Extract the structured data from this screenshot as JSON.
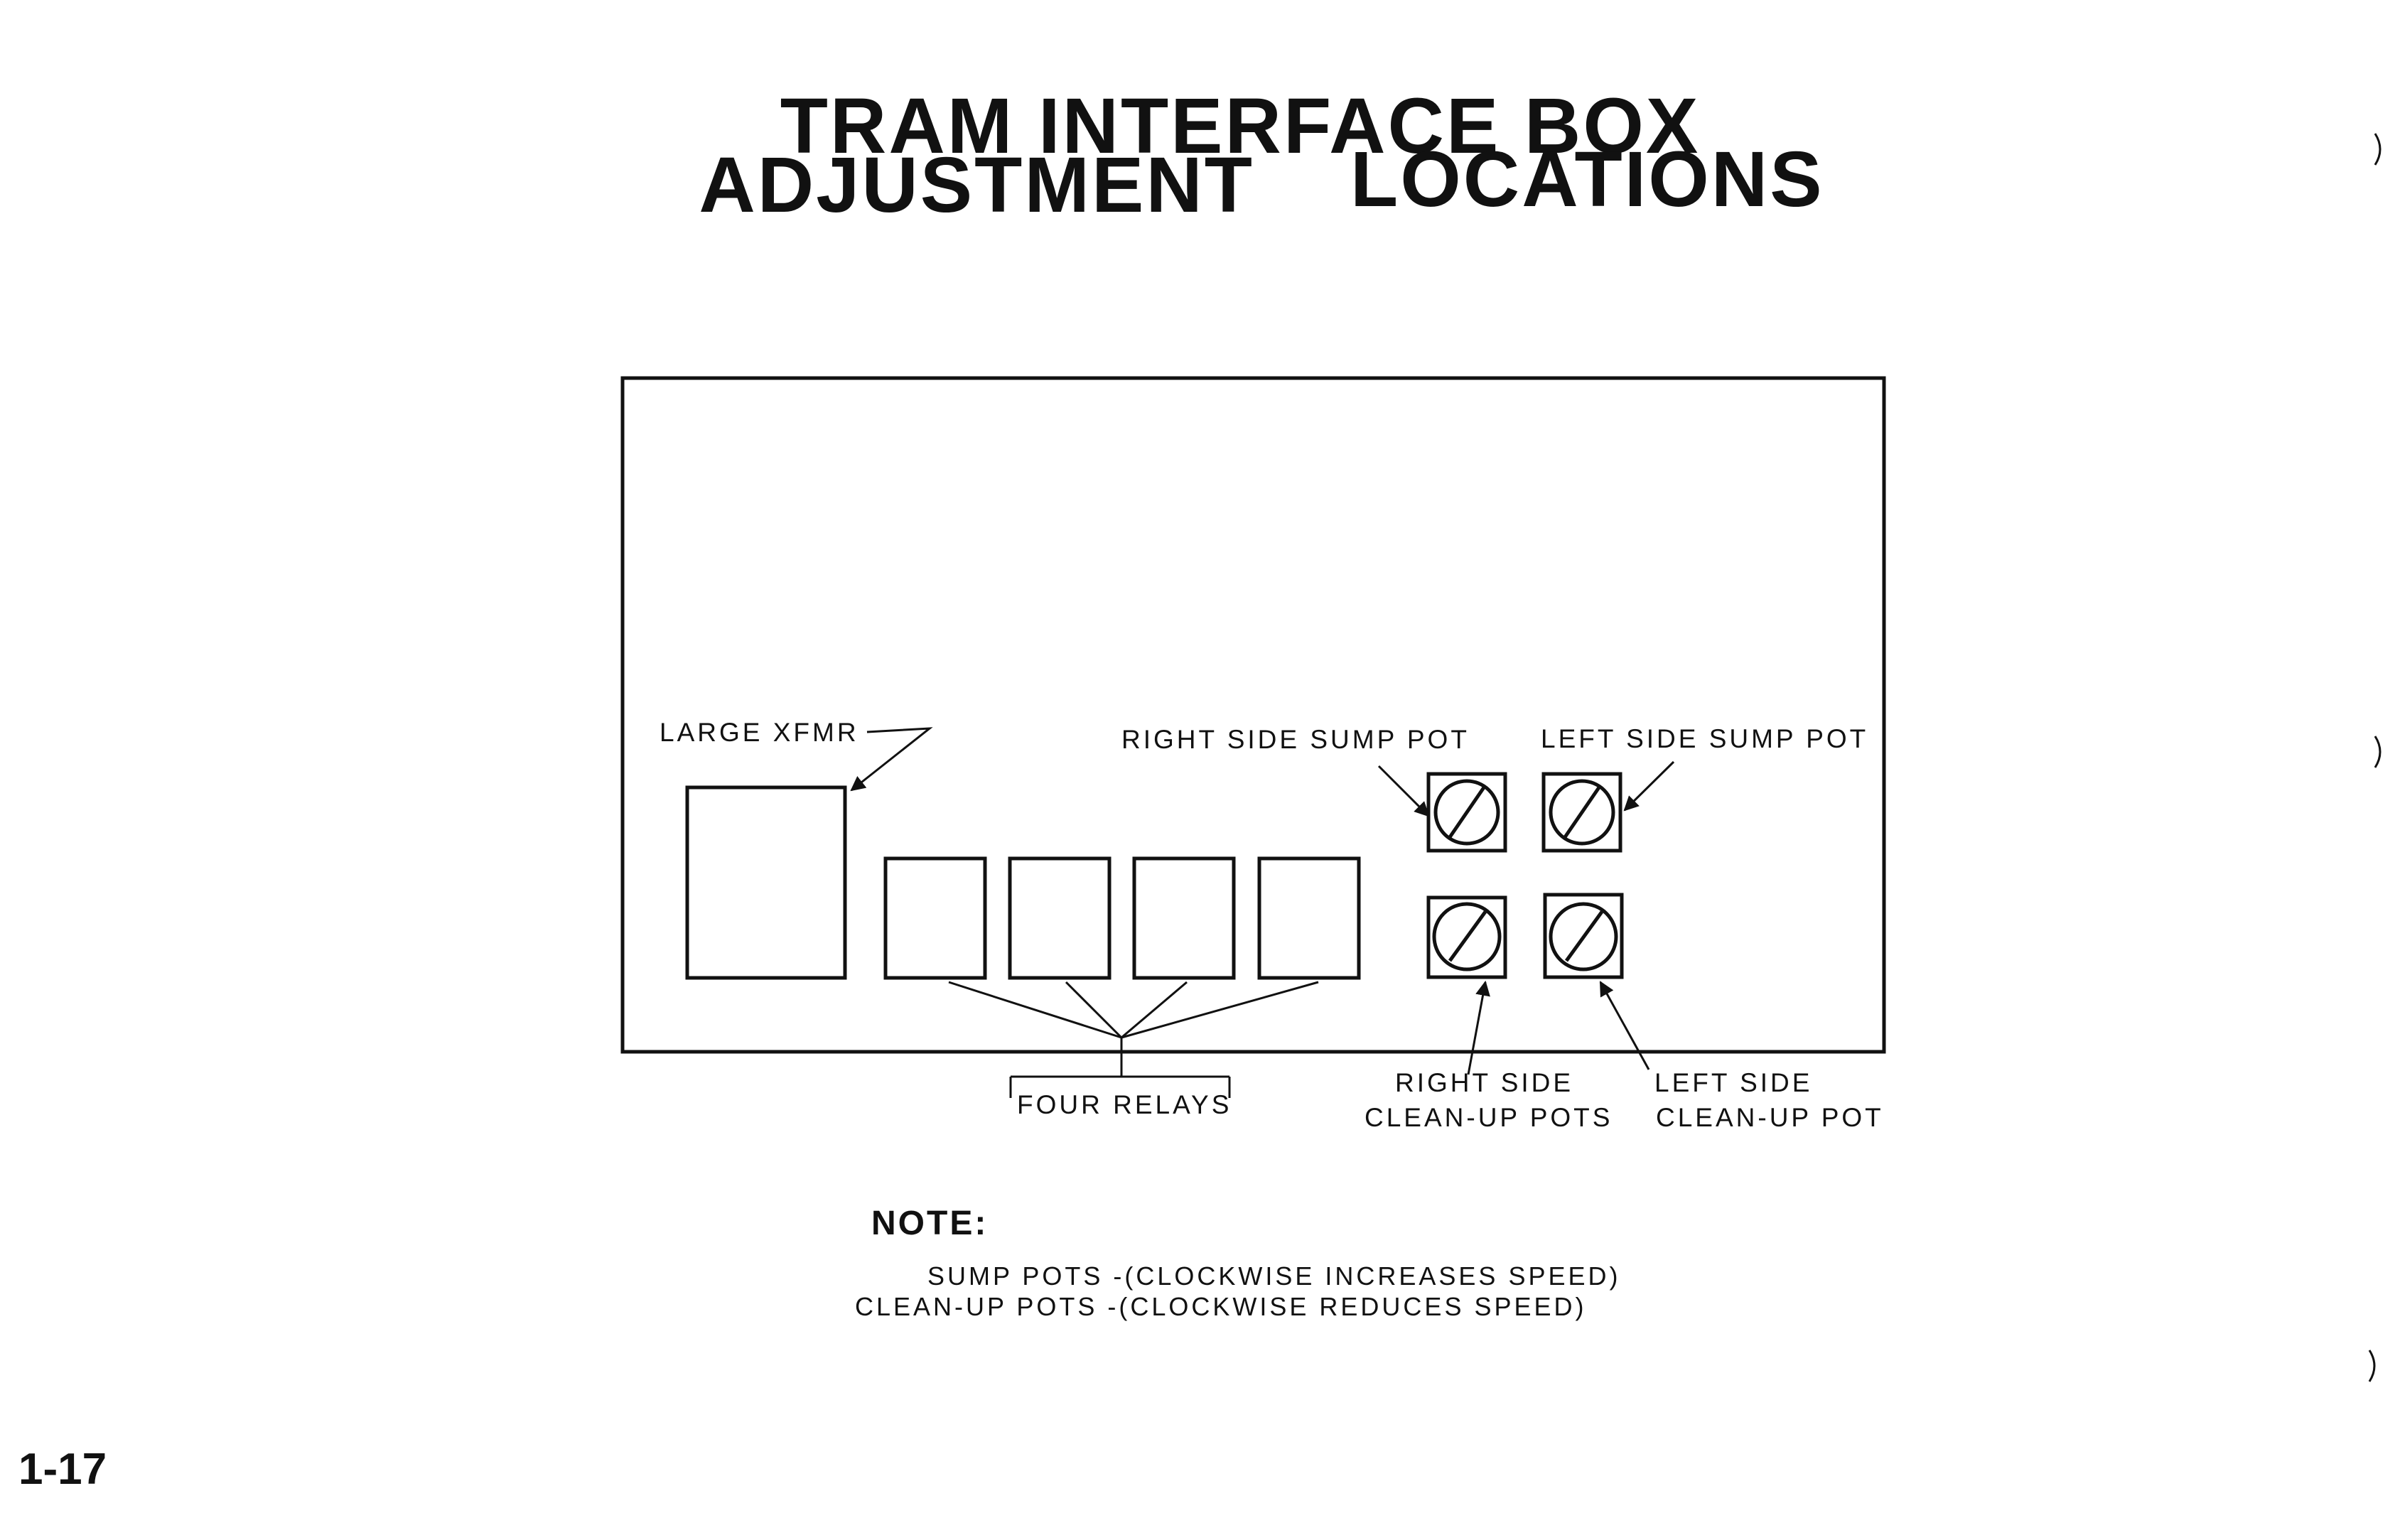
{
  "title": {
    "line1": "TRAM INTERFACE BOX",
    "line2_left": "ADJUSTMENT",
    "line2_right": "LOCATIONS"
  },
  "labels": {
    "large_xfmr": "LARGE XFMR",
    "right_side_sump_pot": "RIGHT SIDE SUMP POT",
    "left_side_sump_pot": "LEFT SIDE SUMP POT",
    "four_relays": "FOUR RELAYS",
    "right_side_cleanup_line1": "RIGHT SIDE",
    "right_side_cleanup_line2": "CLEAN-UP POTS",
    "left_side_cleanup_line1": "LEFT SIDE",
    "left_side_cleanup_line2": "CLEAN-UP POT"
  },
  "note": {
    "heading": "NOTE:",
    "sump": "SUMP POTS -(CLOCKWISE INCREASES SPEED)",
    "cleanup": "CLEAN-UP POTS -(CLOCKWISE REDUCES SPEED)"
  },
  "page_number": "1-17"
}
